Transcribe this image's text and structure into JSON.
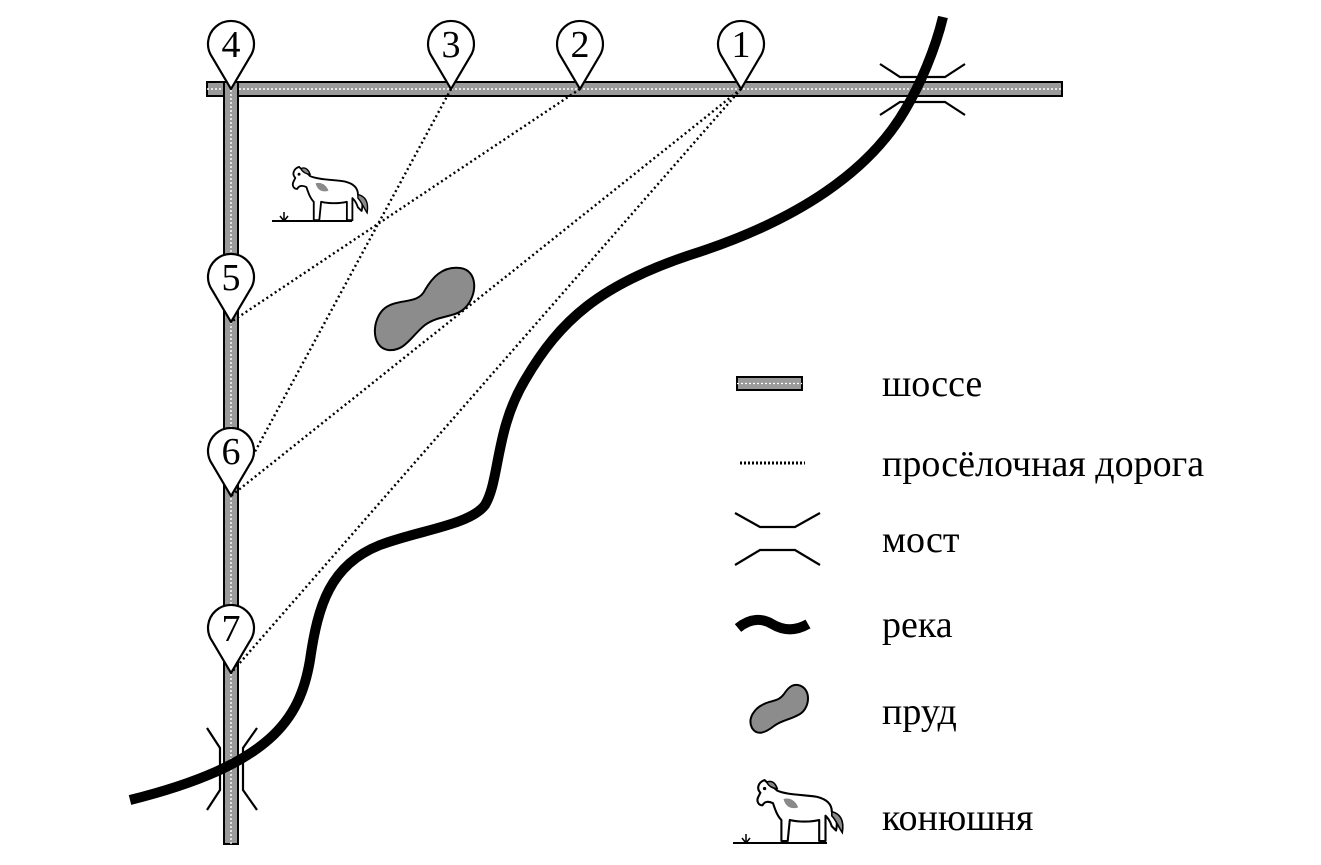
{
  "markers": [
    {
      "id": "4",
      "label": "4"
    },
    {
      "id": "3",
      "label": "3"
    },
    {
      "id": "2",
      "label": "2"
    },
    {
      "id": "1",
      "label": "1"
    },
    {
      "id": "5",
      "label": "5"
    },
    {
      "id": "6",
      "label": "6"
    },
    {
      "id": "7",
      "label": "7"
    }
  ],
  "legend": {
    "highway": "шоссе",
    "dirt_road": "просёлочная дорога",
    "bridge": "мост",
    "river": "река",
    "pond": "пруд",
    "stable": "конюшня"
  },
  "colors": {
    "road_fill": "#9a9a9a",
    "pond_fill": "#8c8c8c",
    "ink": "#000000",
    "horse_patch": "#8a8a8a"
  },
  "icons": [
    "horse-icon",
    "pond-icon",
    "bridge-icon",
    "marker-pin-icon"
  ]
}
